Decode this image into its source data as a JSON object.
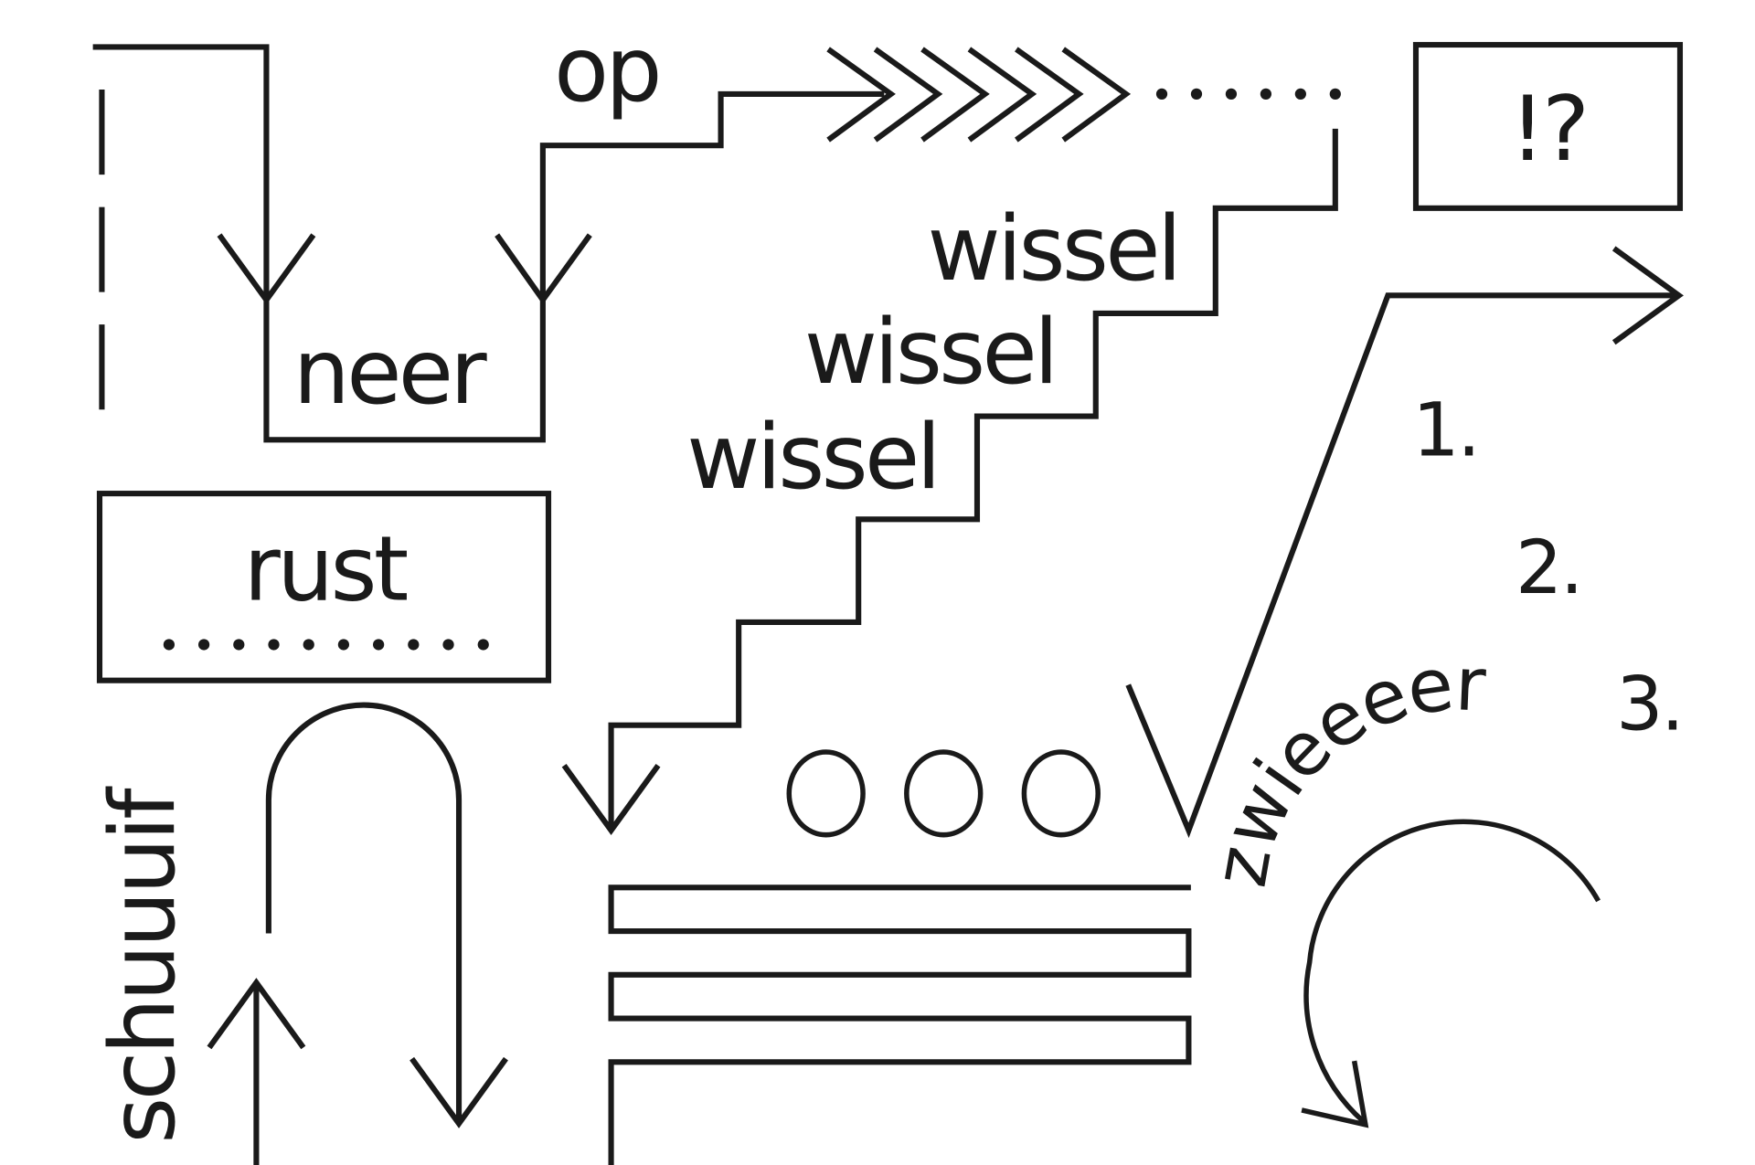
{
  "labels": {
    "op": "op",
    "neer": "neer",
    "wissel_1": "wissel",
    "wissel_2": "wissel",
    "wissel_3": "wissel",
    "rust": "rust",
    "exclaim_question": "!?",
    "step_1": "1.",
    "step_2": "2.",
    "step_3": "3.",
    "schuuuif": "schuuuif",
    "zwieeeer": "zwieeeer"
  },
  "counts": {
    "chevrons": 6,
    "top_dots": 6,
    "rust_dots": 10,
    "circles": 3,
    "left_dashes": 3
  },
  "colors": {
    "ink": "#1a1a1a",
    "background": "#ffffff"
  }
}
